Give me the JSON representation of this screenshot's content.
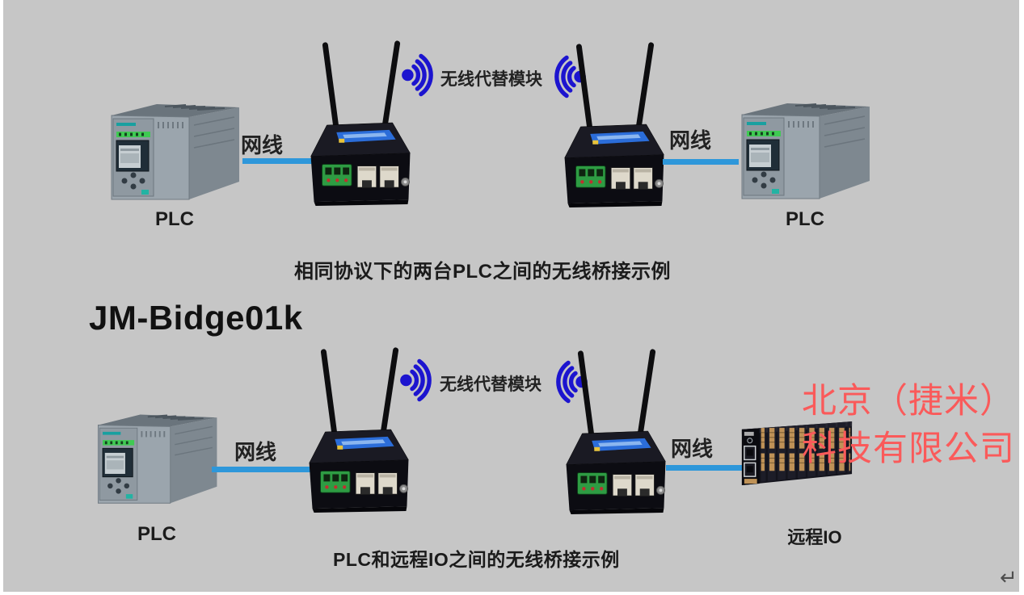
{
  "page": {
    "title": "JM-Bidge01k",
    "return_mark": "↵"
  },
  "labels": {
    "cable": "网线",
    "wireless_module": "无线代替模块",
    "plc": "PLC",
    "remote_io": "远程IO"
  },
  "diagrams": {
    "top": {
      "caption": "相同协议下的两台PLC之间的无线桥接示例",
      "left_device": "PLC",
      "right_device": "PLC"
    },
    "bottom": {
      "caption": "PLC和远程IO之间的无线桥接示例",
      "left_device": "PLC",
      "right_device": "远程IO"
    }
  },
  "watermark": {
    "line1": "北京（捷米）",
    "line2": "科技有限公司"
  },
  "icons": {
    "wifi_signal": "wifi-signal-icon",
    "router": "wireless-bridge-module",
    "plc": "plc-device",
    "remote_io": "remote-io-device"
  },
  "colors": {
    "background": "#c6c6c6",
    "cable_blue": "#2e97da",
    "wifi_blue": "#1c14cf",
    "watermark_red": "#fa5a5a",
    "router_band_blue": "#2b6dd9",
    "terminal_green": "#2e9c43"
  }
}
